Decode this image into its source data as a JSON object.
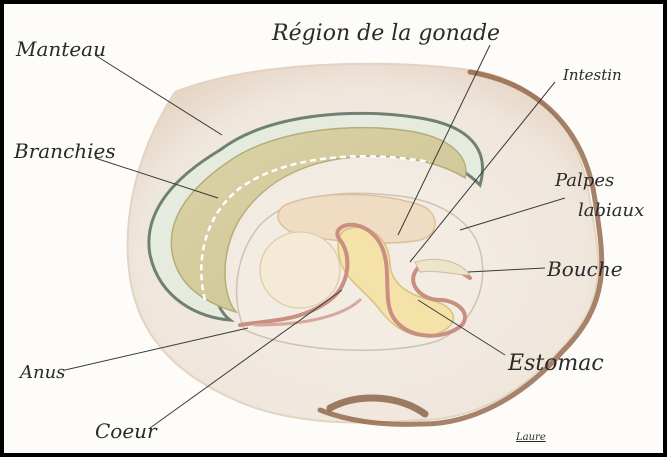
{
  "title": "Région de la gonade",
  "labels": {
    "manteau": "Manteau",
    "branchies": "Branchies",
    "intestin": "Intestin",
    "palpes_line1": "Palpes",
    "palpes_line2": "labiaux",
    "bouche": "Bouche",
    "estomac": "Estomac",
    "anus": "Anus",
    "coeur": "Coeur"
  },
  "signature": "Laure",
  "colors": {
    "shell_edge": "#8a5a3a",
    "mantle_edge": "#6f8272",
    "gills": "#cfc48f",
    "gonad": "#f0dcc2",
    "intestine": "#c88f82",
    "stomach": "#f4e2a8"
  }
}
